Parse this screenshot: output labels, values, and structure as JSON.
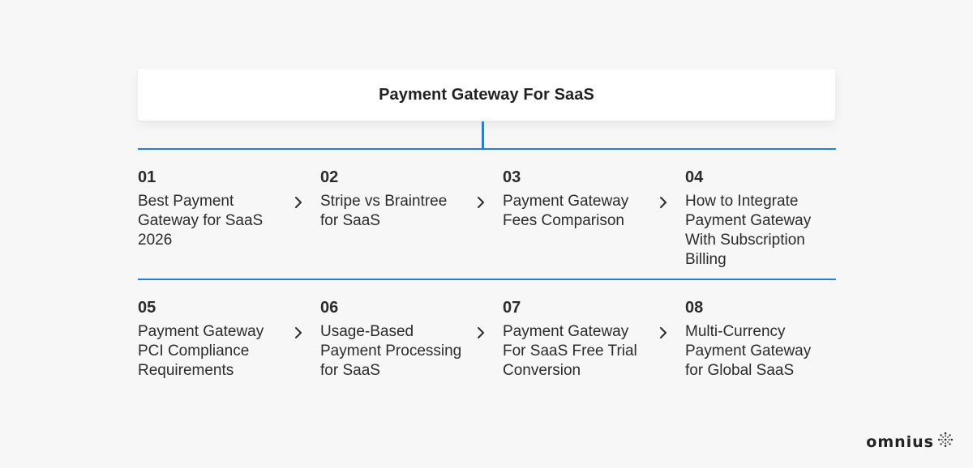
{
  "title": "Payment Gateway For SaaS",
  "accent_color": "#2a7fcb",
  "items": [
    {
      "num": "01",
      "label": "Best Payment Gateway for SaaS 2026"
    },
    {
      "num": "02",
      "label": "Stripe vs Braintree for SaaS"
    },
    {
      "num": "03",
      "label": "Payment Gateway Fees Comparison"
    },
    {
      "num": "04",
      "label": "How to Integrate Payment Gateway With Subscription Billing"
    },
    {
      "num": "05",
      "label": "Payment Gateway PCI Compliance Requirements"
    },
    {
      "num": "06",
      "label": "Usage-Based Payment Processing for SaaS"
    },
    {
      "num": "07",
      "label": "Payment Gateway For SaaS Free Trial Conversion"
    },
    {
      "num": "08",
      "label": "Multi-Currency Payment Gateway for Global SaaS"
    }
  ],
  "icons": {
    "separator": "chevron-right-icon",
    "logo": "omnius-logo-icon"
  },
  "logo": {
    "text": "omnius"
  }
}
